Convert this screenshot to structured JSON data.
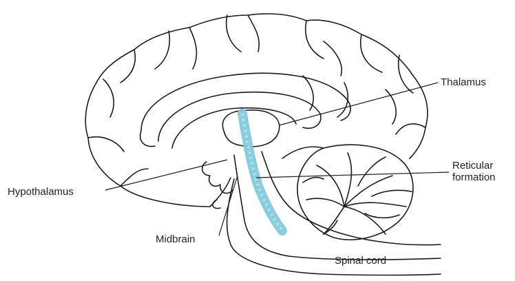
{
  "labels": {
    "thalamus": "Thalamus",
    "reticular_line1": "Reticular",
    "reticular_line2": "formation",
    "hypothalamus": "Hypothalamus",
    "midbrain": "Midbrain",
    "spinal_cord": "Spinal cord"
  },
  "colors": {
    "outline": "#1a1a1a",
    "reticular_highlight": "#7ec8d8",
    "background": "#ffffff"
  }
}
